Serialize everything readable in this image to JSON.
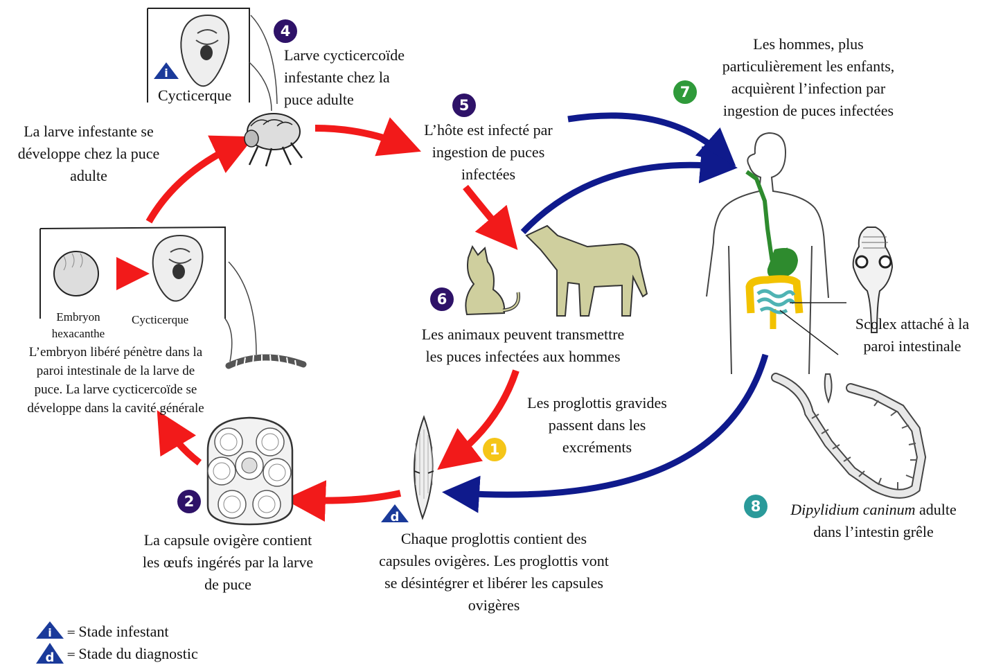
{
  "labels": {
    "cysticercus_top": "Cycticerque",
    "step4_text": [
      "Larve cycticercoïde",
      "infestante chez la",
      "puce adulte"
    ],
    "flea_develop_text": [
      "La larve infestante se",
      "développe chez la puce",
      "adulte"
    ],
    "step5_text": [
      "L’hôte est infecté par",
      "ingestion de puces",
      "infectées"
    ],
    "step7_text": [
      "Les hommes, plus",
      "particulièrement les enfants,",
      "acquièrent l’infection par",
      "ingestion de puces infectées"
    ],
    "embryo": [
      "Embryon",
      "hexacanthe"
    ],
    "cysticercus_box": "Cycticerque",
    "embryo_text": [
      "L’embryon libéré pénètre dans la",
      "paroi intestinale de la larve de",
      "puce. La larve cycticercoïde se",
      "développe dans la cavité générale"
    ],
    "step6_text": [
      "Les animaux peuvent transmettre",
      "les puces infectées aux hommes"
    ],
    "scolex_text": [
      "Scolex attaché à la",
      "paroi intestinale"
    ],
    "step1_text": [
      "Les proglottis gravides",
      "passent dans les",
      "excréments"
    ],
    "step2_text": [
      "La capsule ovigère contient",
      "les œufs ingérés par la larve",
      "de puce"
    ],
    "proglottis_text": [
      "Chaque proglottis contient des",
      "capsules ovigères. Les proglottis vont",
      "se désintégrer et libérer les capsules",
      "ovigères"
    ],
    "step8_species": "Dipylidium caninum",
    "step8_rest": " adulte",
    "step8_line2": "dans l’intestin grêle"
  },
  "badges": {
    "b1": "1",
    "b2": "2",
    "b4": "4",
    "b5": "5",
    "b6": "6",
    "b7": "7",
    "b8": "8"
  },
  "stage_marks": {
    "infective": "i",
    "diagnostic": "d"
  },
  "legend": {
    "infective_label": "Stade infestant",
    "diagnostic_label": "Stade du diagnostic",
    "equals": "="
  },
  "colors": {
    "red_arrow": "#f21a1a",
    "blue_arrow": "#0f1a8c",
    "badge_purple": "#2e1268",
    "badge_green": "#2f9a3a",
    "badge_yellow": "#f5c518",
    "badge_teal": "#2a9a9a",
    "stage_triangle": "#1a3a9a",
    "animal_fill": "#cfcf9e",
    "intestine_yellow": "#f2c200",
    "intestine_teal": "#4fb3b3",
    "esophagus_green": "#2e8b2e"
  }
}
